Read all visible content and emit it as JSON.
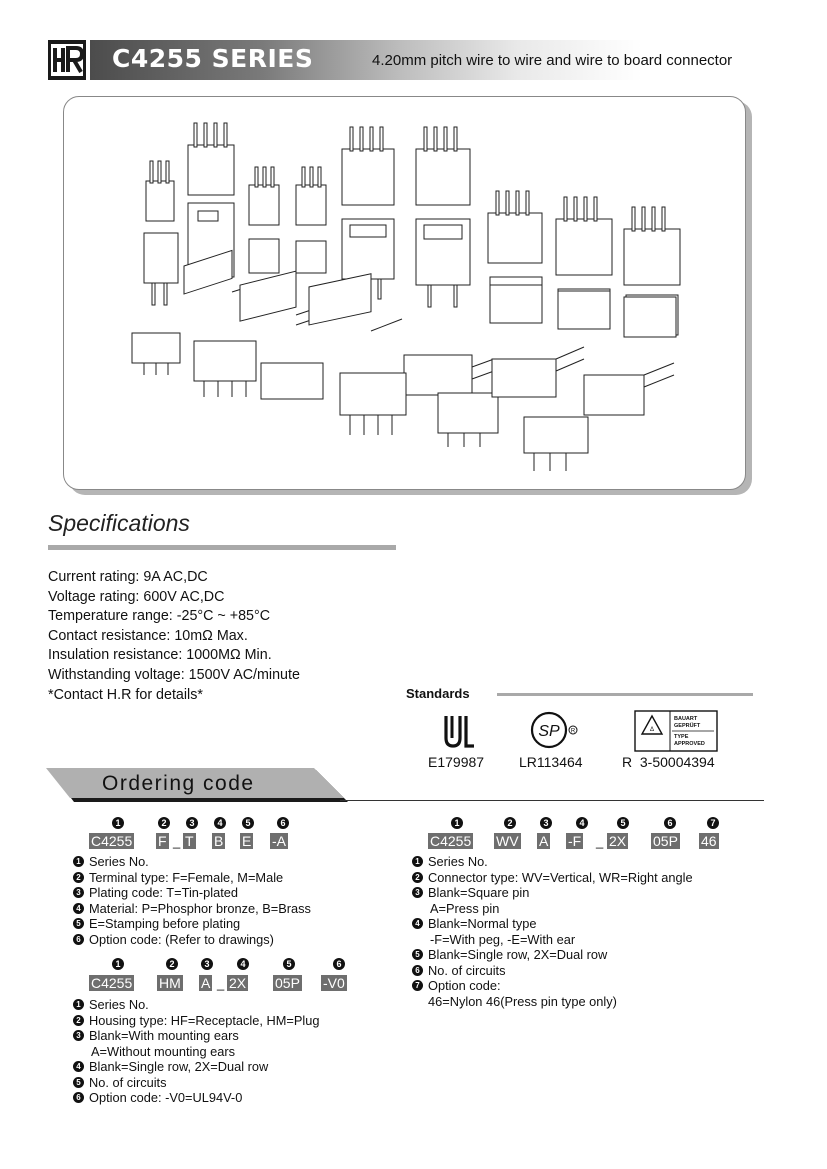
{
  "header": {
    "title": "C4255 SERIES",
    "subtitle": "4.20mm pitch wire to wire and wire to board connector"
  },
  "specifications": {
    "title": "Specifications",
    "items": [
      "Current rating: 9A AC,DC",
      "Voltage rating: 600V AC,DC",
      "Temperature range: -25°C ~ +85°C",
      "Contact resistance: 10mΩ Max.",
      "Insulation resistance: 1000MΩ Min.",
      "Withstanding voltage: 1500V AC/minute",
      "*Contact H.R for details*"
    ]
  },
  "standards": {
    "title": "Standards",
    "certs": [
      {
        "icon": "ul-recognized-icon",
        "code": "E179987"
      },
      {
        "icon": "csa-icon",
        "code": "LR113464"
      },
      {
        "icon": "tuv-icon",
        "code": "R  3-50004394",
        "badge_lines": [
          "BAUART",
          "GEPRÜFT",
          "TYPE",
          "APPROVED"
        ]
      }
    ]
  },
  "ordering": {
    "title": "Ordering code",
    "terminal": {
      "numbers": [
        "1",
        "2",
        "3",
        "4",
        "5",
        "6"
      ],
      "codes": [
        "C4255",
        "F",
        "T",
        "B",
        "E",
        "-A"
      ],
      "legend": [
        {
          "n": "1",
          "text": "Series No."
        },
        {
          "n": "2",
          "text": "Terminal type: F=Female, M=Male"
        },
        {
          "n": "3",
          "text": "Plating code: T=Tin-plated"
        },
        {
          "n": "4",
          "text": "Material: P=Phosphor bronze, B=Brass"
        },
        {
          "n": "5",
          "text": "E=Stamping before plating"
        },
        {
          "n": "6",
          "text": "Option code: (Refer to drawings)"
        }
      ]
    },
    "housing": {
      "numbers": [
        "1",
        "2",
        "3",
        "4",
        "5",
        "6"
      ],
      "codes": [
        "C4255",
        "HM",
        "A",
        "2X",
        "05P",
        "-V0"
      ],
      "legend": [
        {
          "n": "1",
          "text": "Series No."
        },
        {
          "n": "2",
          "text": "Housing type: HF=Receptacle, HM=Plug"
        },
        {
          "n": "3",
          "text": "Blank=With mounting ears"
        },
        {
          "n": "",
          "text": "A=Without mounting ears"
        },
        {
          "n": "4",
          "text": "Blank=Single row, 2X=Dual row"
        },
        {
          "n": "5",
          "text": "No. of circuits"
        },
        {
          "n": "6",
          "text": "Option code: -V0=UL94V-0"
        }
      ]
    },
    "wafer": {
      "numbers": [
        "1",
        "2",
        "3",
        "4",
        "5",
        "6",
        "7"
      ],
      "codes": [
        "C4255",
        "WV",
        "A",
        "-F",
        "2X",
        "05P",
        "46"
      ],
      "legend": [
        {
          "n": "1",
          "text": "Series No."
        },
        {
          "n": "2",
          "text": "Connector type: WV=Vertical, WR=Right angle"
        },
        {
          "n": "3",
          "text": "Blank=Square pin"
        },
        {
          "n": "",
          "text": "A=Press pin"
        },
        {
          "n": "4",
          "text": "Blank=Normal type"
        },
        {
          "n": "",
          "text": "-F=With peg, -E=With ear"
        },
        {
          "n": "5",
          "text": "Blank=Single row, 2X=Dual row"
        },
        {
          "n": "6",
          "text": "No. of circuits"
        },
        {
          "n": "7",
          "text": "Option code:"
        },
        {
          "n": "",
          "text": "46=Nylon 46(Press pin type only)"
        }
      ]
    }
  }
}
